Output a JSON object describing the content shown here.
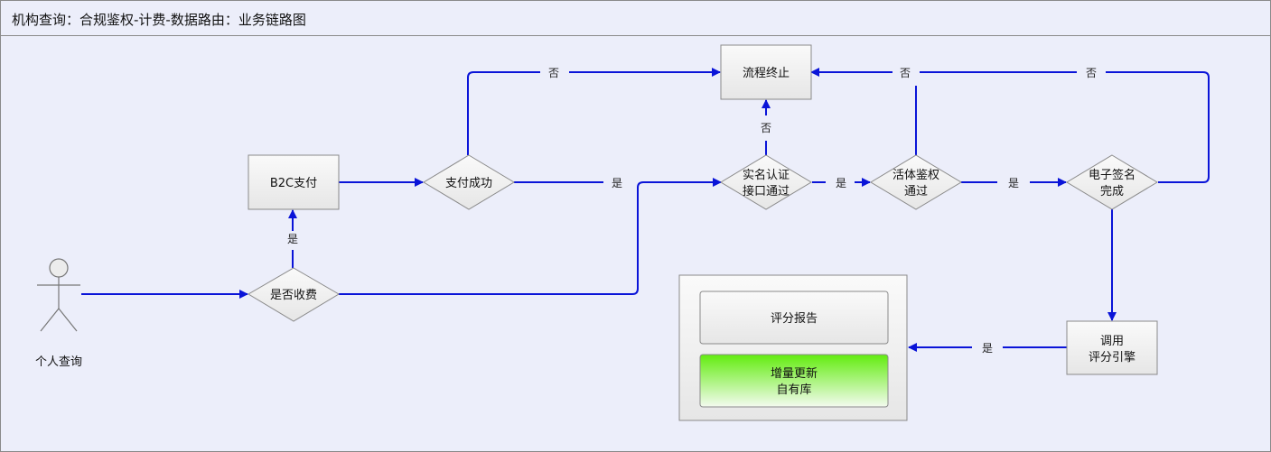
{
  "title": "机构查询：合规鉴权-计费-数据路由：业务链路图",
  "actor": {
    "label": "个人查询"
  },
  "nodes": {
    "fee_check": "是否收费",
    "b2c_pay": "B2C支付",
    "pay_success": "支付成功",
    "flow_end": "流程终止",
    "realname": [
      "实名认证",
      "接口通过"
    ],
    "liveness": [
      "活体鉴权",
      "通过"
    ],
    "esign": [
      "电子签名",
      "完成"
    ],
    "engine": [
      "调用",
      "评分引擎"
    ],
    "report": "评分报告",
    "update": [
      "增量更新",
      "自有库"
    ]
  },
  "edge_labels": {
    "fee_yes": "是",
    "pay_fail": "否",
    "pay_yes": "是",
    "realname_fail": "否",
    "realname_yes": "是",
    "liveness_fail": "否",
    "liveness_yes": "是",
    "esign_fail": "否",
    "engine_yes": "是"
  },
  "colors": {
    "edge": "#0a14d8",
    "box_fill": "#f2f2f2",
    "green_top": "#66ee10",
    "green_bottom": "#f4fbf0",
    "panel_bg": "#eceefa"
  }
}
